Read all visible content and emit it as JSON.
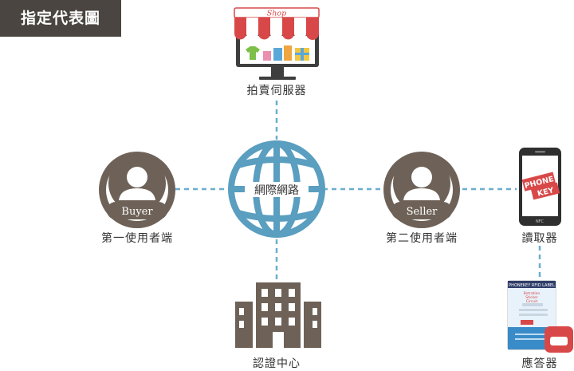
{
  "title_tag": "指定代表圖",
  "shop_sign": "Shop",
  "nodes": {
    "auction_server": "拍賣伺服器",
    "internet": "網際網路",
    "buyer_badge": "Buyer",
    "buyer_label": "第一使用者端",
    "seller_badge": "Seller",
    "seller_label": "第二使用者端",
    "reader_label": "讀取器",
    "cert_center": "認證中心",
    "responder_label": "應答器"
  },
  "phone": {
    "logo_line1": "PHONE",
    "logo_line2": "KEY",
    "nfc": "NFC"
  },
  "rfid_label": {
    "title": "PHONEKEY RFID LABEL",
    "line1": "Bstration",
    "line2": "Sticker",
    "line3": "Circuit"
  },
  "colors": {
    "brown": "#6e6258",
    "blue": "#5a9ec0",
    "dash": "#6aaed0",
    "red": "#d94848",
    "dark": "#333333"
  }
}
